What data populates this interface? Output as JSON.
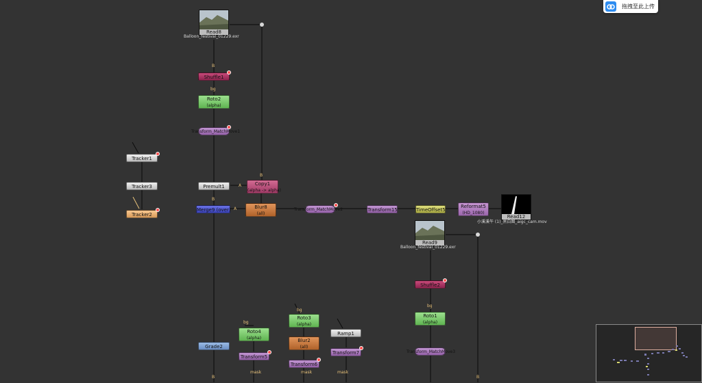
{
  "upload_button": {
    "label": "拖拽至此上传"
  },
  "nodes": {
    "read8": {
      "label": "Read8"
    },
    "read8_caption": "Balloon_festival_01229.exr",
    "read9": {
      "label": "Read9"
    },
    "read9_caption": "Balloon_festival_01229.exr",
    "read12": {
      "label": "Read12"
    },
    "read12_caption": "小溪溪午 (1)_黑白图_aigc_cam.mov",
    "shuffle1": "Shuffle1",
    "shuffle2": "Shuffle2",
    "roto2": {
      "label": "Roto2",
      "sub": "(alpha)"
    },
    "roto1": {
      "label": "Roto1",
      "sub": "(alpha)"
    },
    "roto3": {
      "label": "Roto3",
      "sub": "(alpha)"
    },
    "roto4": {
      "label": "Roto4",
      "sub": "(alpha)"
    },
    "transform_matchmove1": "Transform_MatchMove1",
    "transform_matchmove2": "Transform_MatchMove2",
    "transform_matchmove3": "Transform_MatchMove3",
    "transform15": "Transform15",
    "transform5": "Transform5",
    "transform6": "Transform6",
    "transform7": "Transform7",
    "tracker1": "Tracker1",
    "tracker3": "Tracker3",
    "tracker2": "Tracker2",
    "premult1": "Premult1",
    "copy1": {
      "label": "Copy1",
      "sub": "(alpha -> alpha)"
    },
    "merge9": "Merge9 (over)",
    "blur8": {
      "label": "Blur8",
      "sub": "(all)"
    },
    "blur2": {
      "label": "Blur2",
      "sub": "(all)"
    },
    "timeoffset5": "TimeOffset5",
    "reformat5": {
      "label": "Reformat5",
      "sub": "(HD_1080)"
    },
    "grade2": "Grade2",
    "ramp1": "Ramp1"
  },
  "edge_labels": {
    "b1": "B",
    "bg1": "bg",
    "b2": "B",
    "b3": "B",
    "a1": "A",
    "a2": "A",
    "bg2": "bg",
    "bg3": "bg",
    "bg4": "bg",
    "b4": "B",
    "b5": "B",
    "mask1": "mask",
    "mask2": "mask",
    "mask3": "mask"
  },
  "colors": {
    "canvas": "#333333",
    "edge": "#0a0a0a",
    "upload_icon": "#2d8cf0"
  }
}
